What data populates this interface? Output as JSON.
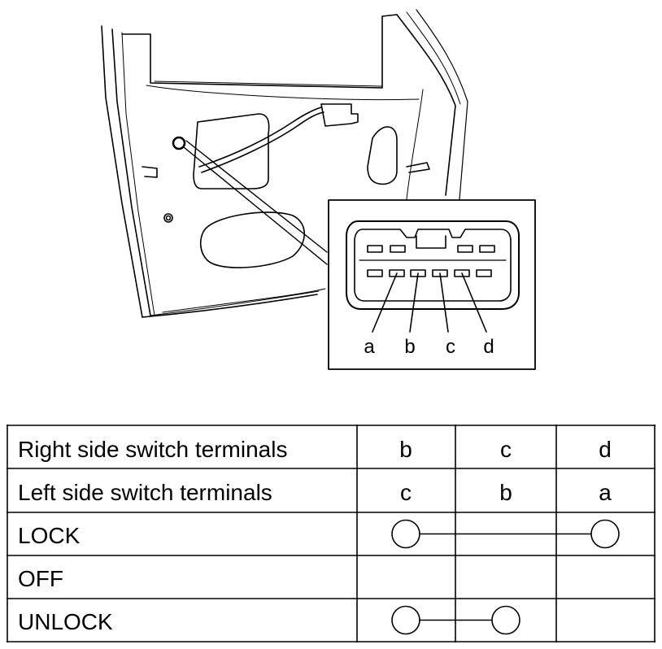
{
  "callout_labels": [
    "a",
    "b",
    "c",
    "d"
  ],
  "table": {
    "header_rows": [
      {
        "label": "Right side switch terminals",
        "cols": [
          "b",
          "c",
          "d"
        ]
      },
      {
        "label": "Left side switch terminals",
        "cols": [
          "c",
          "b",
          "a"
        ]
      }
    ],
    "rows": [
      {
        "label": "LOCK",
        "connections": [
          0,
          2
        ]
      },
      {
        "label": "OFF",
        "connections": []
      },
      {
        "label": "UNLOCK",
        "connections": [
          0,
          1
        ]
      }
    ]
  }
}
